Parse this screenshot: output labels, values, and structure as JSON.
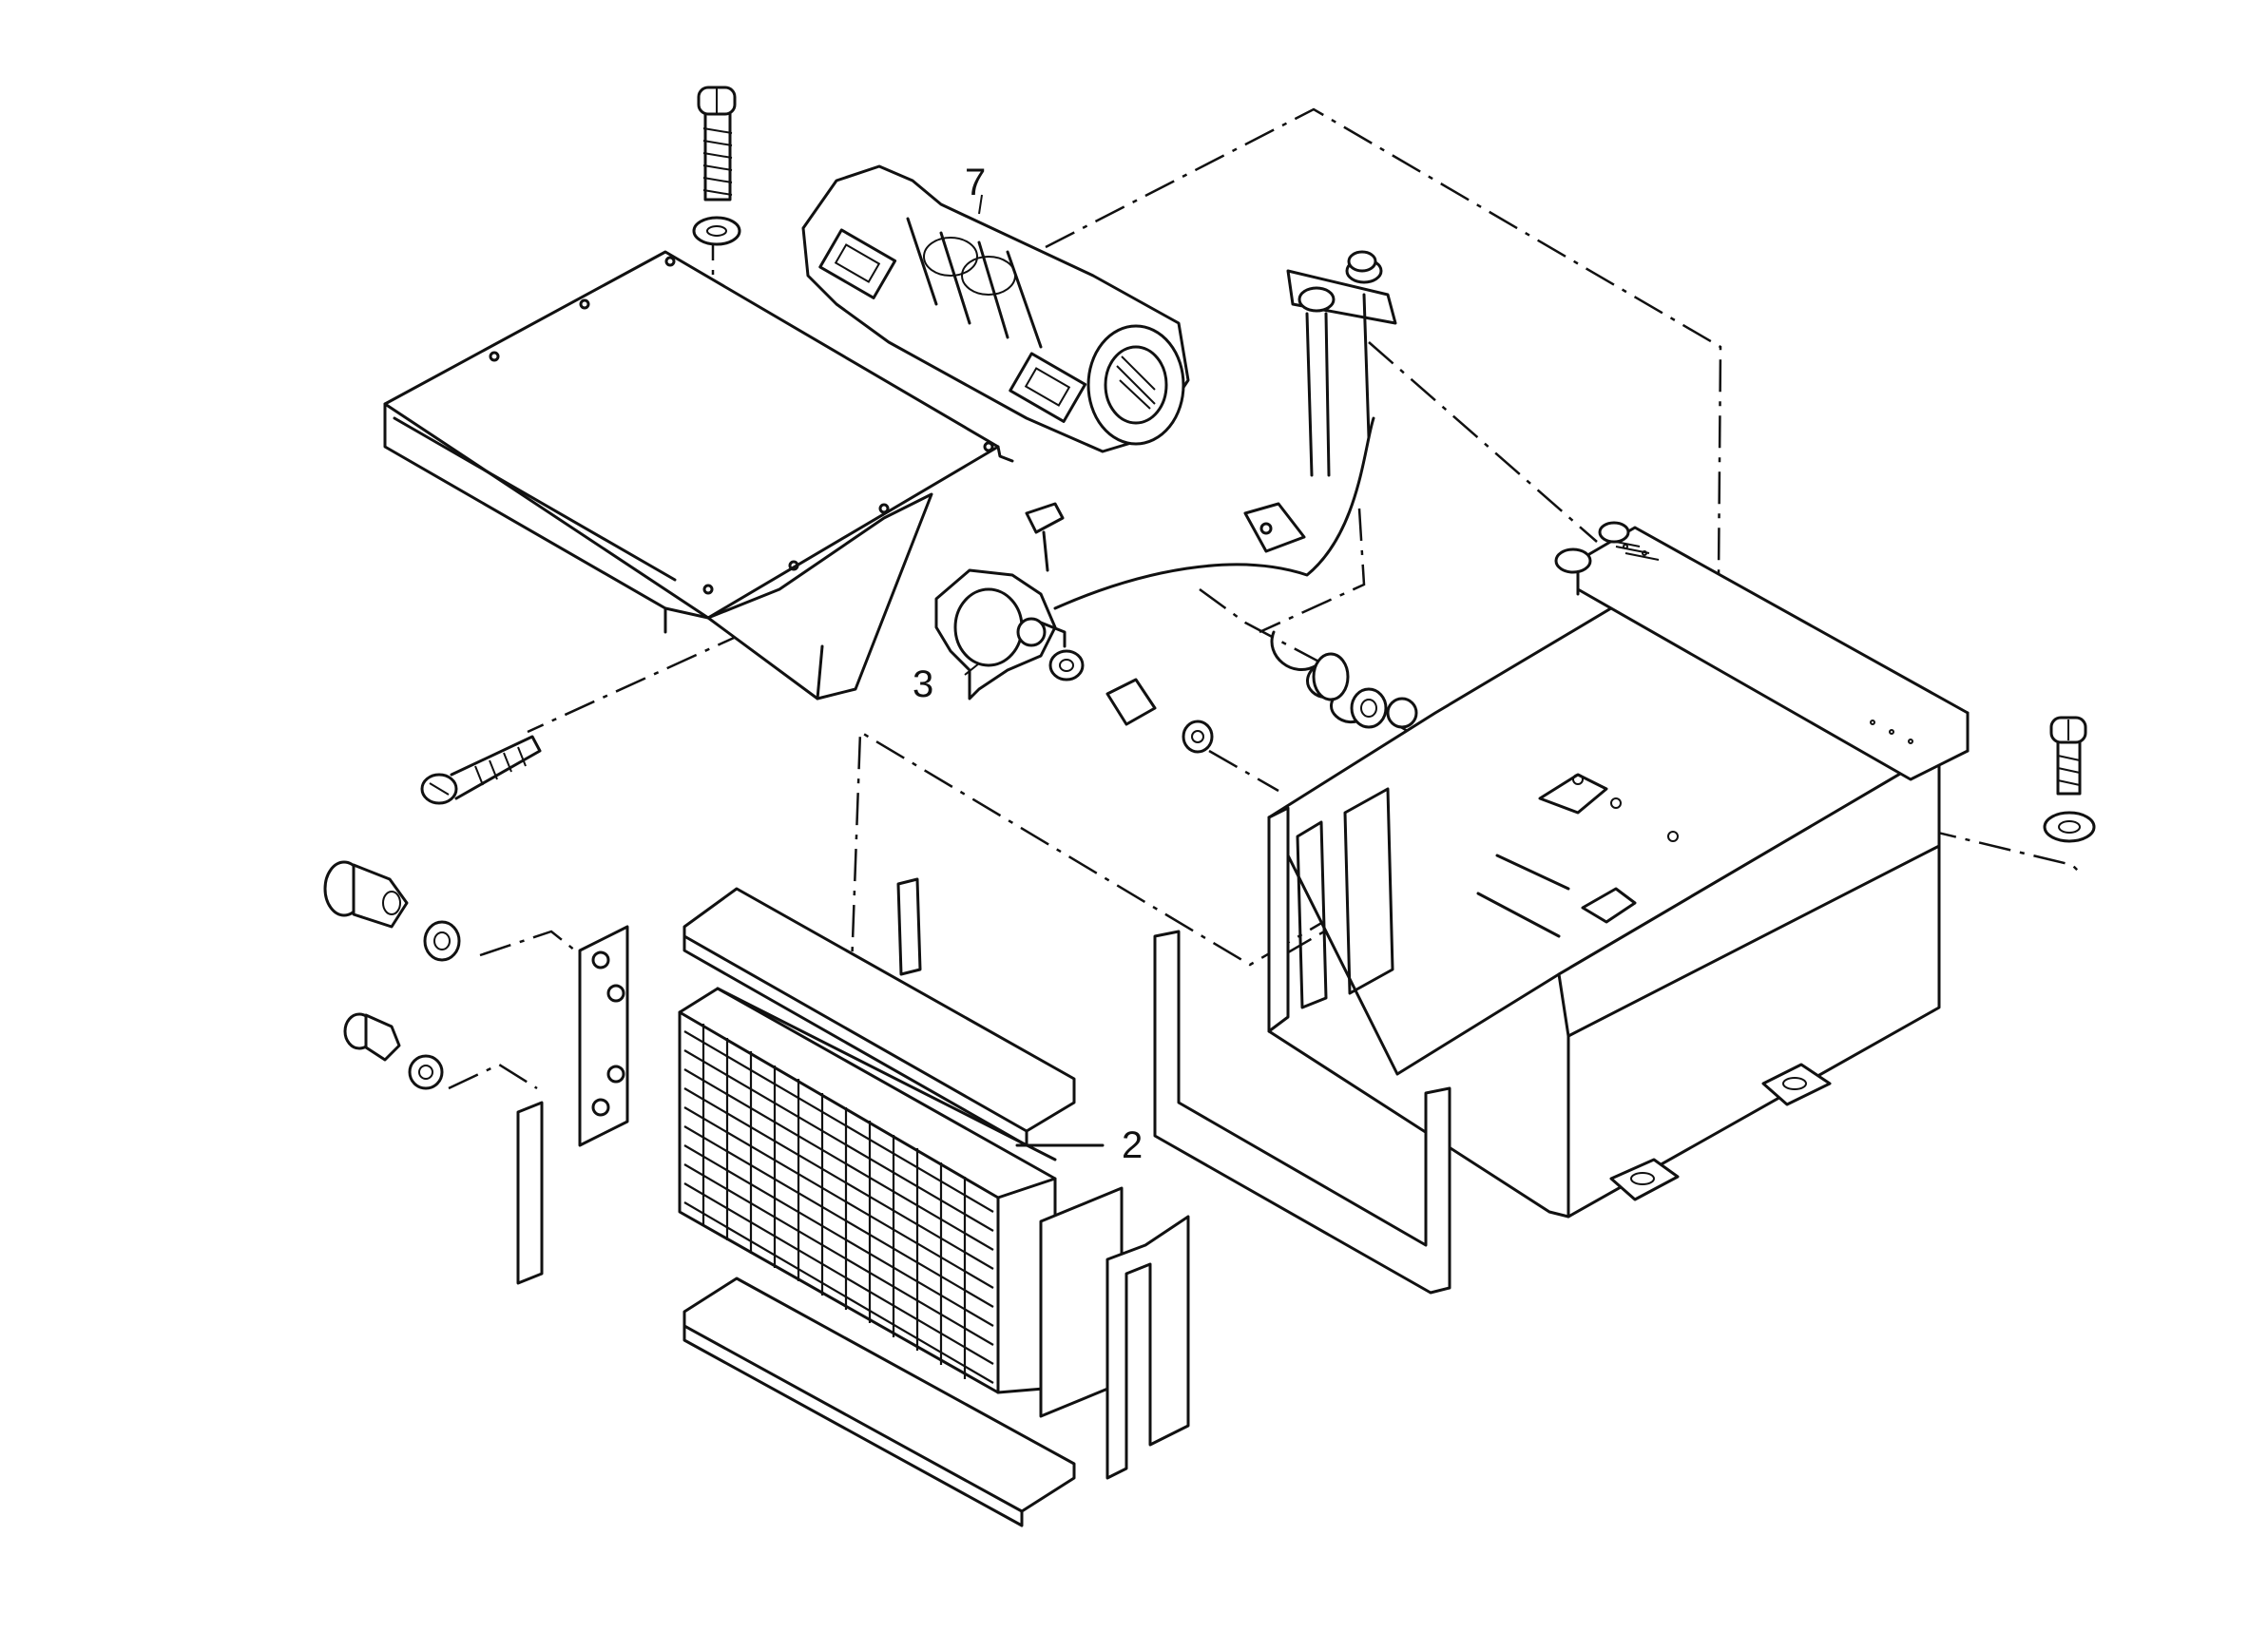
{
  "callouts": {
    "motor": "7",
    "valve": "3",
    "core": "2"
  }
}
